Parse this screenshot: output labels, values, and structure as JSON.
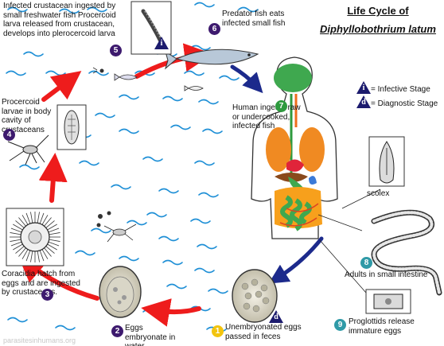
{
  "title_line1": "Life Cycle of",
  "title_line2": "Diphyllobothrium latum",
  "legend": {
    "infective_symbol": "i",
    "infective_label": "= Infective Stage",
    "diagnostic_symbol": "d",
    "diagnostic_label": "= Diagnostic Stage"
  },
  "stages": [
    {
      "number": "1",
      "label": "Unembryonated eggs passed in feces"
    },
    {
      "number": "2",
      "label": "Eggs embryonate in water"
    },
    {
      "number": "3",
      "label": "Coracidia hatch from eggs and are ingested by crustaceans."
    },
    {
      "number": "4",
      "label": "Procercoid larvae in body cavity of crustaceans"
    },
    {
      "number": "5",
      "label": "Infected crustacean ingested by small freshwater fish Procercoid larva released from crustacean, develops into plerocercoid larva"
    },
    {
      "number": "6",
      "label": "Predator fish eats infected small fish"
    },
    {
      "number": "7",
      "label": "Human ingests raw or undercooked, infected fish"
    },
    {
      "number": "8",
      "label": "Adults in small intestine"
    },
    {
      "number": "9",
      "label": "Proglottids release immature eggs"
    }
  ],
  "scolex_label": "scolex",
  "watermark": "parasitesinhumans.org",
  "colors": {
    "cycle_arrow": "#ee1c1c",
    "human_arrow": "#1c2a8c",
    "stage_badge_purple": "#3d1a6e",
    "stage_badge_green": "#2e9a3e",
    "stage_badge_teal": "#2f9aa7",
    "stage_badge_yellow": "#f2c40f",
    "water_waves": "#1e8fd6"
  }
}
